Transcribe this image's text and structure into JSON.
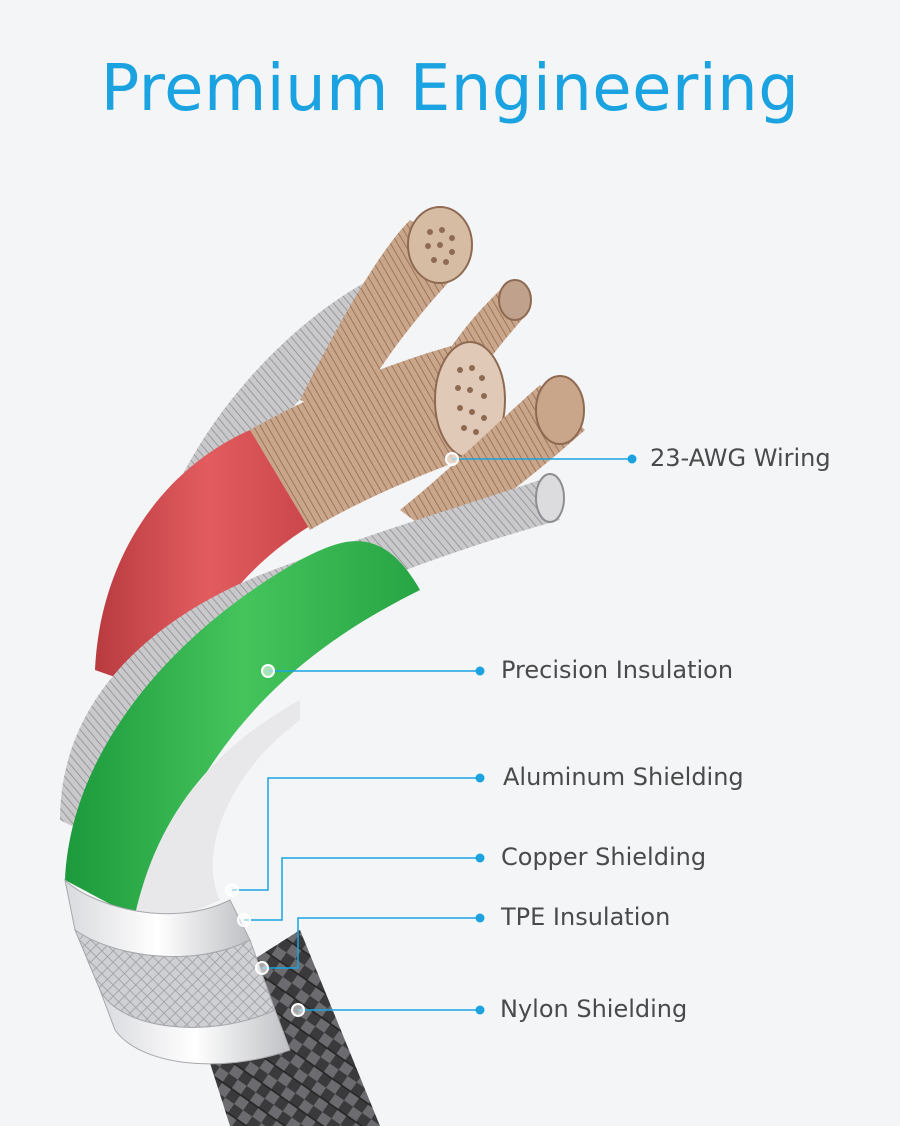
{
  "title": "Premium Engineering",
  "accent_color": "#1aa3e0",
  "labels": [
    "23-AWG Wiring",
    "Precision Insulation",
    "Aluminum Shielding",
    "Copper Shielding",
    "TPE Insulation",
    "Nylon Shielding"
  ]
}
